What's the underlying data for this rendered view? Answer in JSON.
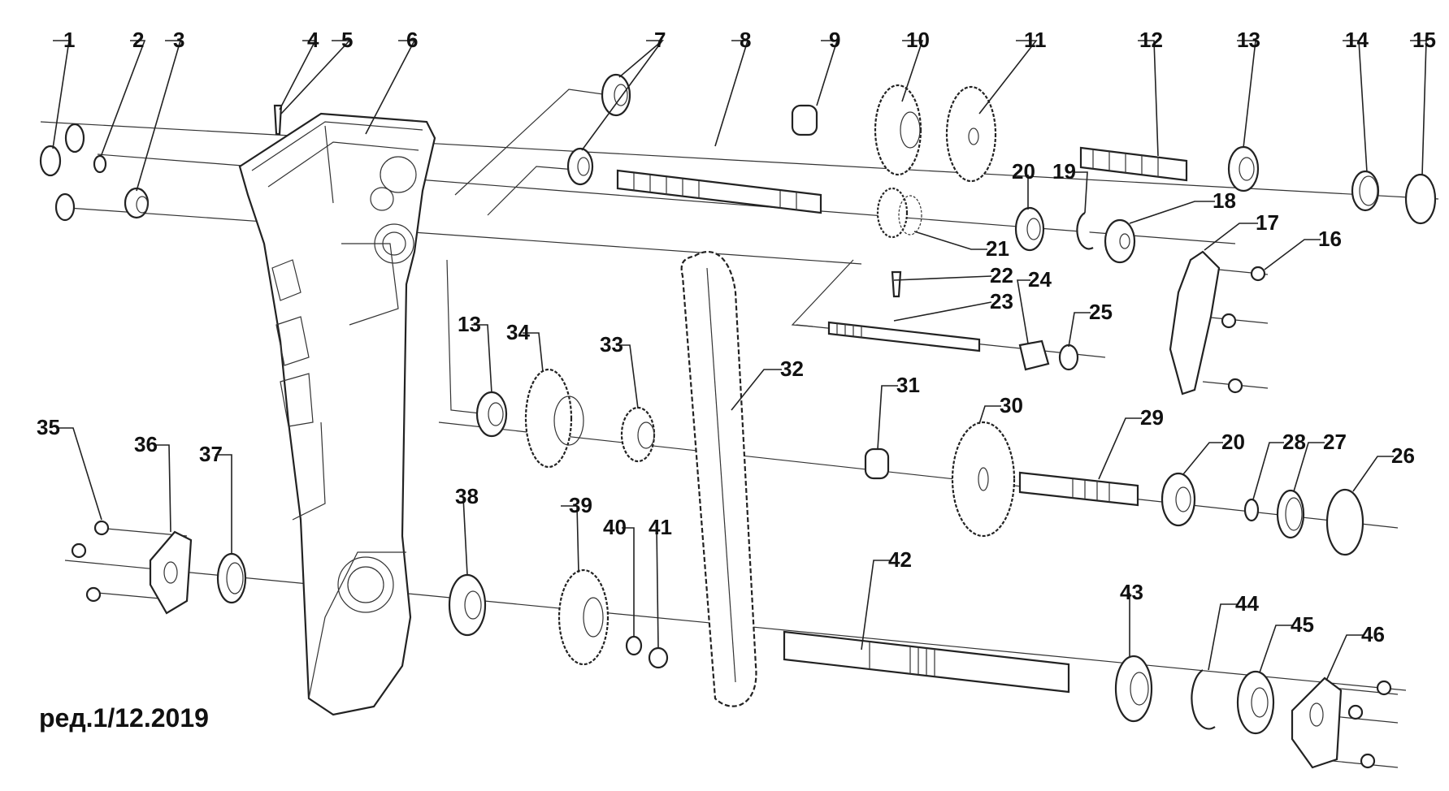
{
  "revision": "ред.1/12.2019",
  "callouts": [
    "1",
    "2",
    "3",
    "4",
    "5",
    "6",
    "7",
    "8",
    "9",
    "10",
    "11",
    "12",
    "13",
    "14",
    "15",
    "16",
    "17",
    "18",
    "19",
    "20",
    "21",
    "22",
    "23",
    "24",
    "25",
    "26",
    "27",
    "28",
    "29",
    "30",
    "31",
    "32",
    "33",
    "34",
    "35",
    "36",
    "37",
    "38",
    "39",
    "40",
    "41",
    "42",
    "43",
    "44",
    "45",
    "46"
  ],
  "extra_callouts": {
    "13b": "13",
    "20b": "20"
  }
}
